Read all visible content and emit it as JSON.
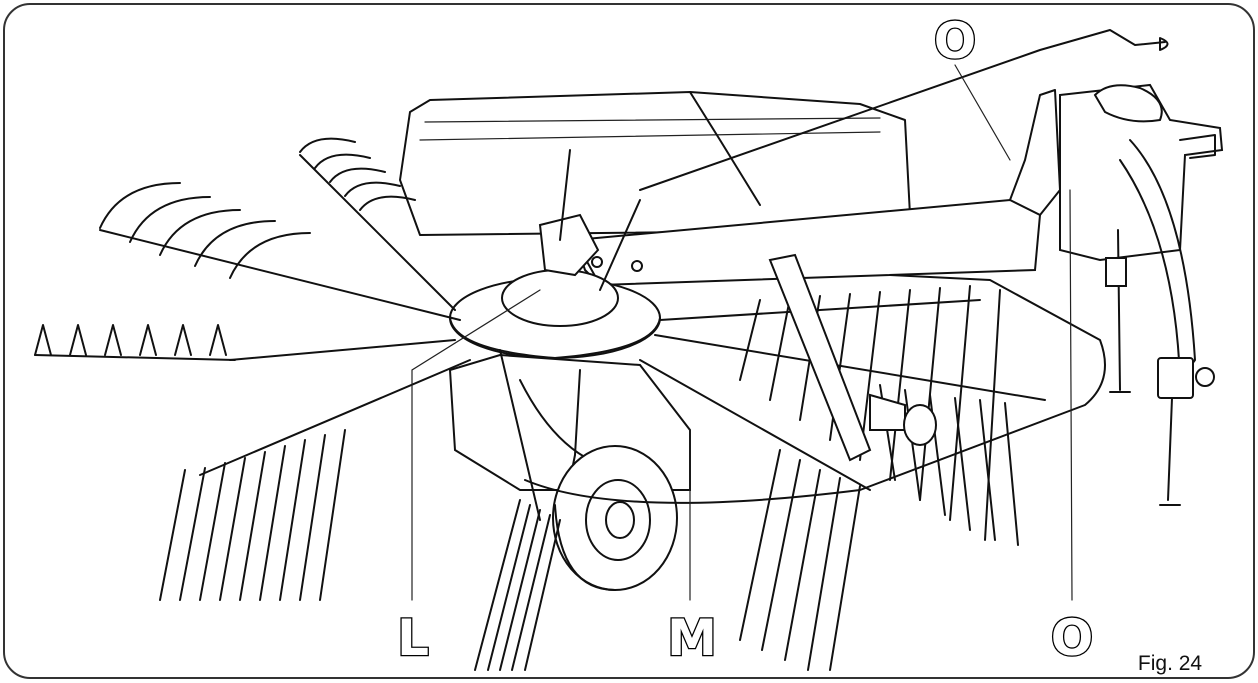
{
  "figure": {
    "caption": "Fig. 24",
    "callouts": {
      "top_right": "O",
      "bottom_right": "O",
      "bottom_left": "L",
      "bottom_middle": "M"
    },
    "border_color": "#333333"
  }
}
